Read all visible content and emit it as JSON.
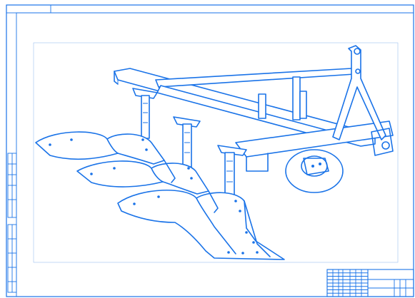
{
  "drawing": {
    "subject": "",
    "line_color": "#1a73e8",
    "background_color": "#ffffff",
    "frame_color": "#2a7de1"
  },
  "title_block": {
    "rows": 8,
    "columns": 9
  },
  "side_stamp": {
    "cells": 6
  }
}
